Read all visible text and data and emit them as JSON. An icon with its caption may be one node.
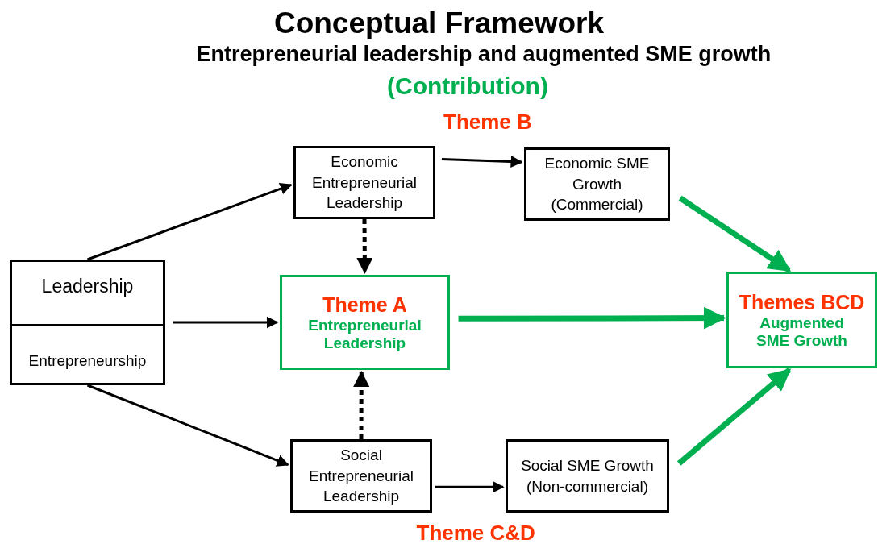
{
  "diagram": {
    "title": "Conceptual Framework",
    "nodes": [
      {
        "text": [
          "Leadership",
          "Entrepreneurship"
        ]
      },
      {
        "text": [
          "Economic Entrepreneurial Leadership"
        ]
      },
      {
        "text": [
          "Economic SME Growth (Commercial)"
        ]
      },
      {
        "text": [
          "Theme A",
          "Entrepreneurial Leadership"
        ]
      },
      {
        "text": [
          "Themes BCD",
          "Augmented SME Growth"
        ]
      },
      {
        "text": [
          "Social Entrepreneurial Leadership"
        ]
      },
      {
        "text": [
          "Social SME Growth (Non-commercial)"
        ]
      }
    ],
    "edges": [
      {
        "from": 0,
        "to": 1,
        "arrow": "to"
      },
      {
        "from": 0,
        "to": 3,
        "arrow": "to"
      },
      {
        "from": 0,
        "to": 5,
        "arrow": "to"
      },
      {
        "from": 1,
        "to": 2,
        "arrow": "to"
      },
      {
        "from": 1,
        "to": 3,
        "arrow": "to",
        "style": "dashed"
      },
      {
        "from": 5,
        "to": 3,
        "arrow": "to",
        "style": "dashed"
      },
      {
        "from": 5,
        "to": 6,
        "arrow": "to"
      },
      {
        "from": 3,
        "to": 4,
        "arrow": "to",
        "style": "thick",
        "color": "#00b050"
      },
      {
        "from": 2,
        "to": 4,
        "arrow": "to",
        "style": "thick",
        "color": "#00b050"
      },
      {
        "from": 6,
        "to": 4,
        "arrow": "to",
        "style": "thick",
        "color": "#00b050"
      }
    ],
    "labels": [
      "Entrepreneurial leadership and augmented SME growth",
      "(Contribution)",
      "Theme B",
      "Theme C&D"
    ]
  }
}
